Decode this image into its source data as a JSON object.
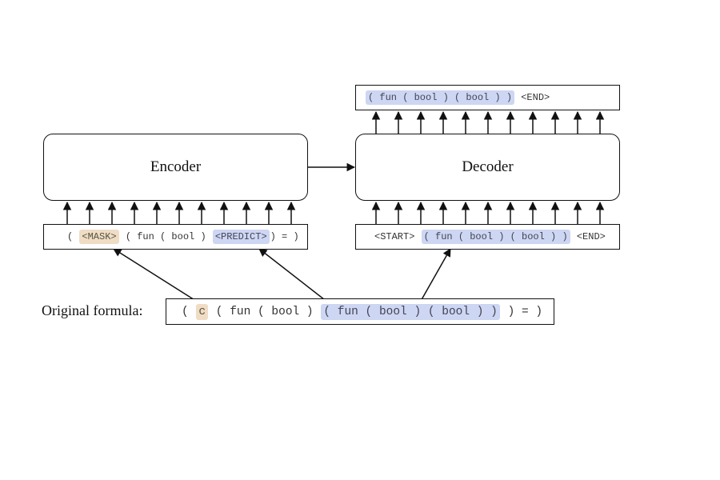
{
  "modules": {
    "encoder": "Encoder",
    "decoder": "Decoder"
  },
  "original_label": "Original formula:",
  "sequences": {
    "decoder_output": [
      {
        "text": "( fun ( bool ) ( bool ) )",
        "highlight": "blue"
      },
      {
        "text": " <END>",
        "highlight": ""
      }
    ],
    "encoder_input": [
      {
        "text": "( ",
        "highlight": ""
      },
      {
        "text": "<MASK>",
        "highlight": "orange"
      },
      {
        "text": " ( fun ( bool ) ",
        "highlight": ""
      },
      {
        "text": "<PREDICT>",
        "highlight": "blue"
      },
      {
        "text": ") = )",
        "highlight": ""
      }
    ],
    "decoder_input": [
      {
        "text": "<START> ",
        "highlight": ""
      },
      {
        "text": "( fun ( bool ) ( bool ) )",
        "highlight": "blue"
      },
      {
        "text": " <END>",
        "highlight": ""
      }
    ],
    "original": [
      {
        "text": "( ",
        "highlight": ""
      },
      {
        "text": "c",
        "highlight": "orange"
      },
      {
        "text": " ( fun ( bool ) ",
        "highlight": ""
      },
      {
        "text": "( fun ( bool ) ( bool ) )",
        "highlight": "blue"
      },
      {
        "text": " ) = )",
        "highlight": ""
      }
    ]
  },
  "colors": {
    "highlight_blue": "#cdd6f2",
    "highlight_orange": "#f0dcc4",
    "stroke": "#111111"
  }
}
